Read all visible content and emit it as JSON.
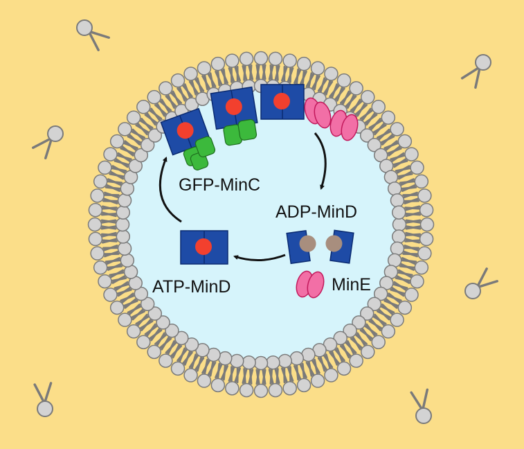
{
  "labels": {
    "gfp_minc": "GFP-MinC",
    "adp_mind": "ADP-MinD",
    "atp_mind": "ATP-MinD",
    "mine": "MinE"
  },
  "colors": {
    "background": "#FBDE89",
    "vesicle_interior": "#D6F4FB",
    "lipid_head": "#D3D3D3",
    "lipid_outline": "#7A7A7A",
    "lipid_tail": "#7A7A7A",
    "mind_block": "#1E4BA6",
    "mind_outline": "#0A2A70",
    "atp": "#F2402E",
    "adp": "#A88E7E",
    "minc": "#3CB93C",
    "mine": "#F26FA6",
    "arrow": "#111111"
  },
  "icons": {
    "lipid": "lipid-molecule-icon",
    "mind": "mind-protein-icon",
    "minc": "minc-protein-icon",
    "mine": "mine-protein-icon"
  }
}
